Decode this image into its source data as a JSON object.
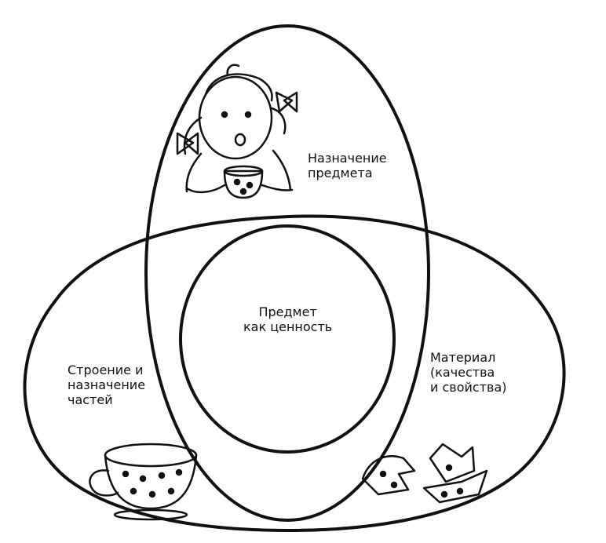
{
  "diagram": {
    "top_label": {
      "line1": "Назначение",
      "line2": "предмета"
    },
    "center_label": {
      "line1": "Предмет",
      "line2": "как ценность"
    },
    "left_label": {
      "line1": "Строение и",
      "line2": "назначение",
      "line3": "частей"
    },
    "right_label": {
      "line1": "Материал",
      "line2": "(качества",
      "line3": "и свойства)"
    }
  },
  "icons": {
    "top": "girl-with-cup-icon",
    "left": "teacup-icon",
    "right": "broken-cup-shards-icon"
  },
  "colors": {
    "ink": "#111111",
    "background": "#ffffff"
  }
}
